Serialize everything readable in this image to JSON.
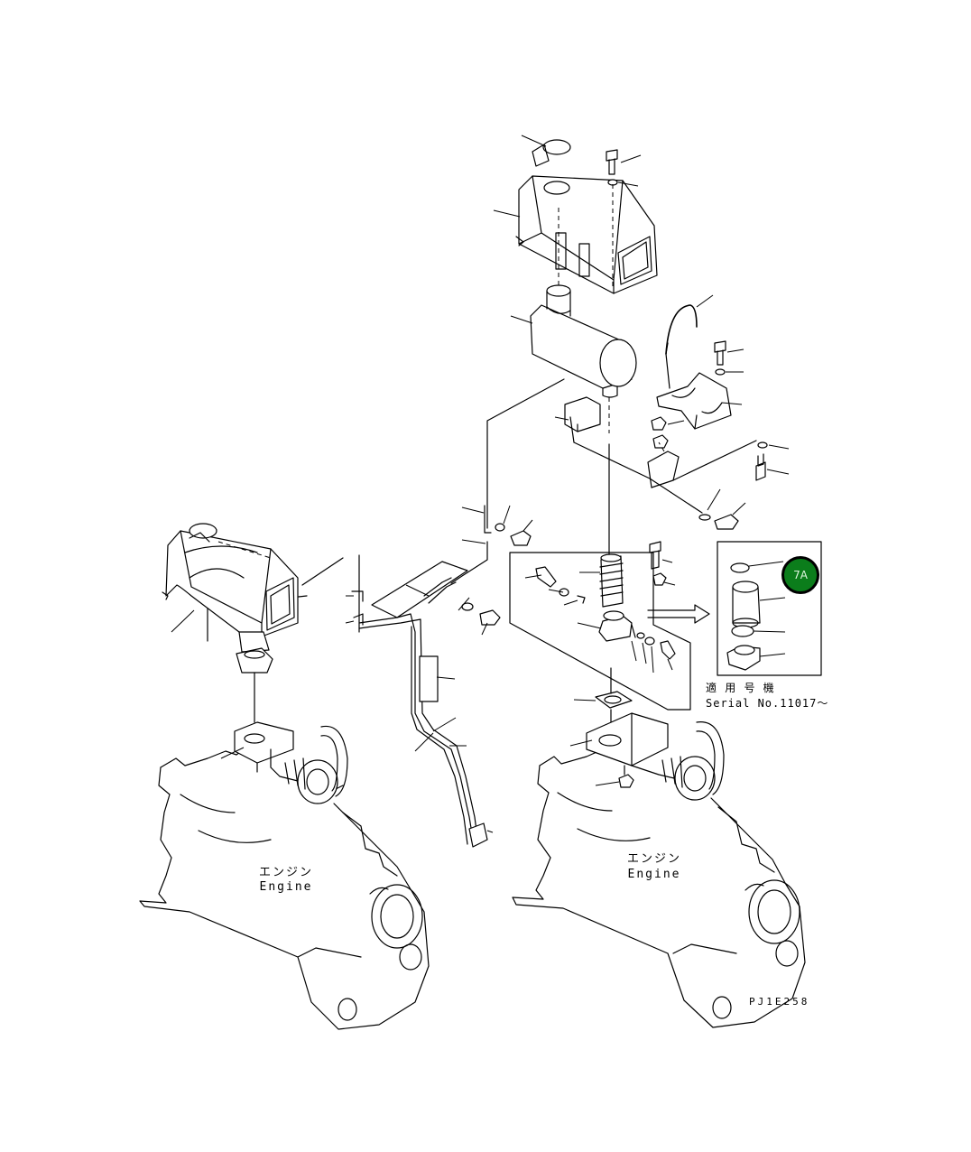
{
  "labels": {
    "engine_left_jp": "エンジン",
    "engine_left_en": "Engine",
    "engine_right_jp": "エンジン",
    "engine_right_en": "Engine",
    "serial_jp": "適 用 号 機",
    "serial_en": "Serial No.11017～",
    "badge": "7A",
    "drawing_code": "PJ1E258"
  },
  "colors": {
    "badge_fill": "#0b7d1b",
    "badge_text": "#dff5df",
    "line": "#000000",
    "background": "#ffffff"
  }
}
